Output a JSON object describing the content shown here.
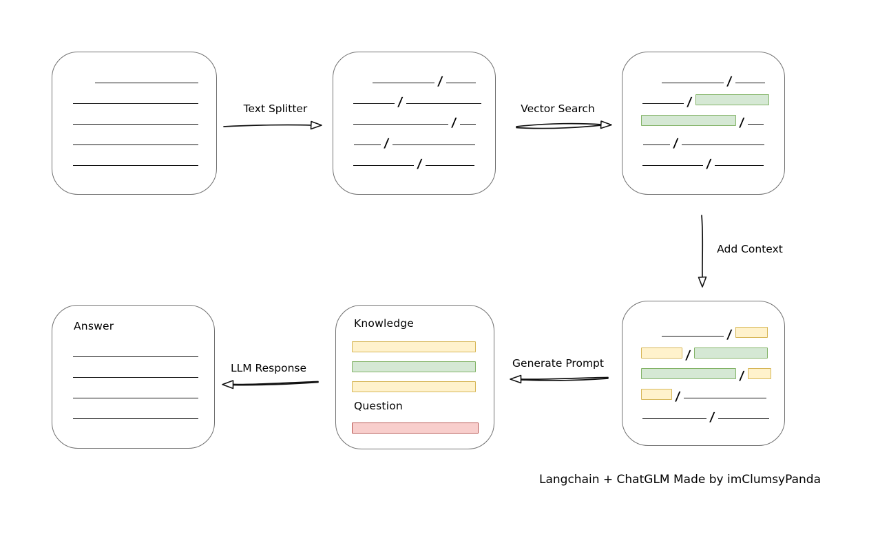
{
  "caption": "Langchain + ChatGLM Made by imClumsyPanda",
  "colors": {
    "ink": "#111111",
    "box_stroke": "#6f6f6f",
    "green_fill": "#d5e8d4",
    "green_stroke": "#82b366",
    "yellow_fill": "#fff2cc",
    "yellow_stroke": "#d6b656",
    "red_fill": "#f8cecc",
    "red_stroke": "#b85450"
  },
  "arrows": {
    "text_splitter": "Text Splitter",
    "vector_search": "Vector Search",
    "add_context": "Add Context",
    "generate_prompt": "Generate Prompt",
    "llm_response": "LLM Response"
  },
  "boxes": {
    "source_document": {
      "rows": [
        {
          "indent": 62,
          "segs": [
            {
              "k": "line",
              "w": 150
            }
          ]
        },
        {
          "indent": 30,
          "segs": [
            {
              "k": "line",
              "w": 182
            }
          ]
        },
        {
          "indent": 30,
          "segs": [
            {
              "k": "line",
              "w": 182
            }
          ]
        },
        {
          "indent": 30,
          "segs": [
            {
              "k": "line",
              "w": 182
            }
          ]
        },
        {
          "indent": 30,
          "segs": [
            {
              "k": "line",
              "w": 182
            }
          ]
        }
      ]
    },
    "split_chunks": {
      "rows": [
        {
          "indent": 57,
          "segs": [
            {
              "k": "line",
              "w": 90
            },
            {
              "k": "line",
              "w": 43
            }
          ]
        },
        {
          "indent": 29,
          "segs": [
            {
              "k": "line",
              "w": 60
            },
            {
              "k": "line",
              "w": 109
            }
          ]
        },
        {
          "indent": 29,
          "segs": [
            {
              "k": "line",
              "w": 138
            },
            {
              "k": "line",
              "w": 23
            }
          ]
        },
        {
          "indent": 30,
          "segs": [
            {
              "k": "line",
              "w": 39
            },
            {
              "k": "line",
              "w": 120
            }
          ]
        },
        {
          "indent": 29,
          "segs": [
            {
              "k": "line",
              "w": 88
            },
            {
              "k": "line",
              "w": 71
            }
          ]
        }
      ]
    },
    "matched_chunks": {
      "rows": [
        {
          "indent": 57,
          "segs": [
            {
              "k": "line",
              "w": 90
            },
            {
              "k": "line",
              "w": 43
            }
          ]
        },
        {
          "indent": 29,
          "segs": [
            {
              "k": "line",
              "w": 60
            },
            {
              "k": "green",
              "w": 107
            }
          ]
        },
        {
          "indent": 27,
          "segs": [
            {
              "k": "green",
              "w": 138
            },
            {
              "k": "line",
              "w": 23
            }
          ]
        },
        {
          "indent": 30,
          "segs": [
            {
              "k": "line",
              "w": 39
            },
            {
              "k": "line",
              "w": 120
            }
          ]
        },
        {
          "indent": 29,
          "segs": [
            {
              "k": "line",
              "w": 88
            },
            {
              "k": "line",
              "w": 71
            }
          ]
        }
      ]
    },
    "context_chunks": {
      "rows": [
        {
          "indent": 57,
          "segs": [
            {
              "k": "line",
              "w": 90
            },
            {
              "k": "yellow",
              "w": 47
            }
          ]
        },
        {
          "indent": 27,
          "segs": [
            {
              "k": "yellow",
              "w": 60
            },
            {
              "k": "green",
              "w": 107
            }
          ]
        },
        {
          "indent": 27,
          "segs": [
            {
              "k": "green",
              "w": 138
            },
            {
              "k": "yellow",
              "w": 34
            }
          ]
        },
        {
          "indent": 27,
          "segs": [
            {
              "k": "yellow",
              "w": 45
            },
            {
              "k": "line",
              "w": 120
            }
          ]
        },
        {
          "indent": 29,
          "segs": [
            {
              "k": "line",
              "w": 93
            },
            {
              "k": "line",
              "w": 74
            }
          ]
        }
      ]
    },
    "prompt": {
      "knowledge_label": "Knowledge",
      "question_label": "Question",
      "knowledge_bars": [
        "yellow",
        "green",
        "yellow"
      ],
      "question_bars": [
        "red"
      ]
    },
    "answer": {
      "label": "Answer",
      "lines": 4
    }
  }
}
